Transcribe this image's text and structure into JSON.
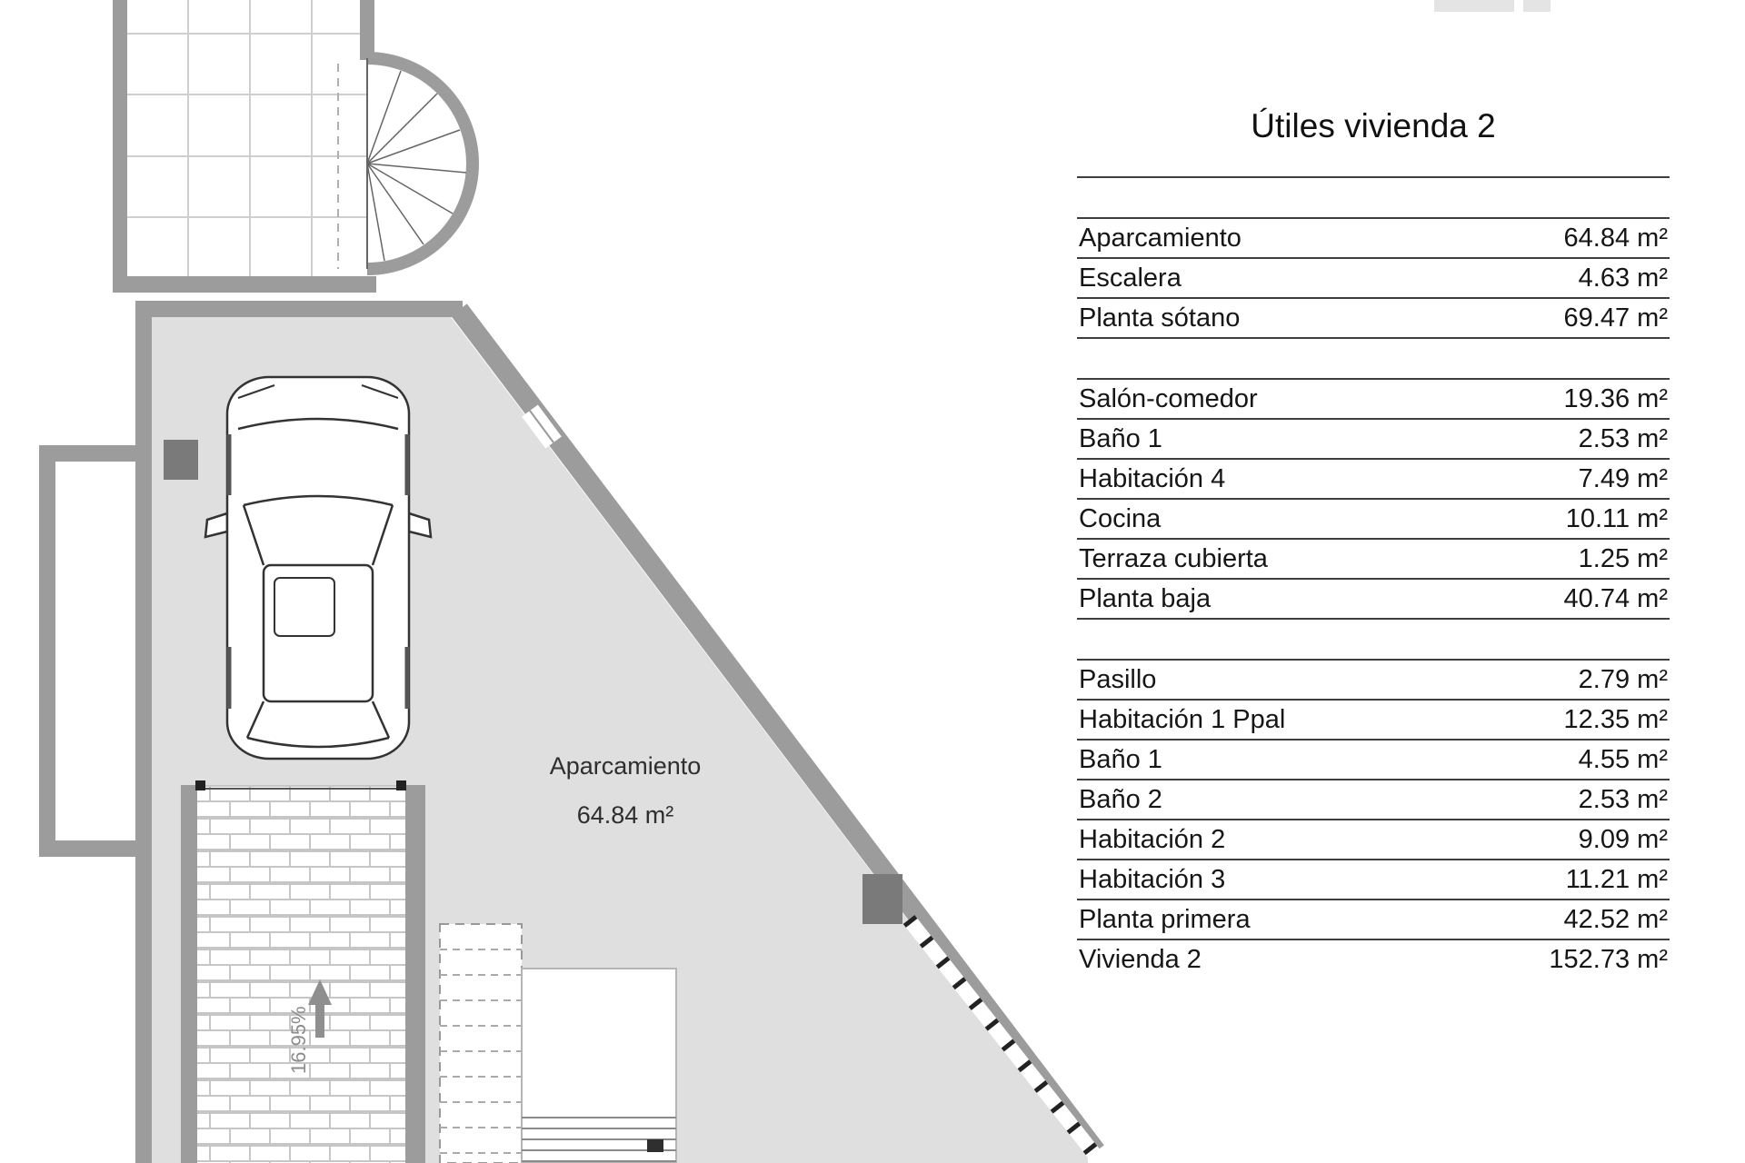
{
  "plan": {
    "parking_label": "Aparcamiento",
    "parking_area": "64.84 m²",
    "ramp_slope": "16.95%"
  },
  "table": {
    "title": "Útiles vivienda 2",
    "groups": [
      {
        "rows": [
          {
            "label": "Aparcamiento",
            "value": "64.84 m²"
          },
          {
            "label": "Escalera",
            "value": "4.63 m²"
          },
          {
            "label": "Planta sótano",
            "value": "69.47 m²"
          }
        ]
      },
      {
        "rows": [
          {
            "label": "Salón-comedor",
            "value": "19.36 m²"
          },
          {
            "label": "Baño 1",
            "value": "2.53 m²"
          },
          {
            "label": "Habitación 4",
            "value": "7.49 m²"
          },
          {
            "label": "Cocina",
            "value": "10.11 m²"
          },
          {
            "label": "Terraza cubierta",
            "value": "1.25 m²"
          },
          {
            "label": "Planta baja",
            "value": "40.74 m²"
          }
        ]
      },
      {
        "rows": [
          {
            "label": "Pasillo",
            "value": "2.79 m²"
          },
          {
            "label": "Habitación 1 Ppal",
            "value": "12.35 m²"
          },
          {
            "label": "Baño 1",
            "value": "4.55 m²"
          },
          {
            "label": "Baño 2",
            "value": "2.53 m²"
          },
          {
            "label": "Habitación 2",
            "value": "9.09 m²"
          },
          {
            "label": "Habitación 3",
            "value": "11.21 m²"
          },
          {
            "label": "Planta primera",
            "value": "42.52 m²"
          },
          {
            "label": "Vivienda 2",
            "value": "152.73 m²"
          }
        ]
      }
    ]
  },
  "colors": {
    "wall": "#9c9c9c",
    "floor": "#dfdfdf",
    "line": "#3e3e3e"
  }
}
